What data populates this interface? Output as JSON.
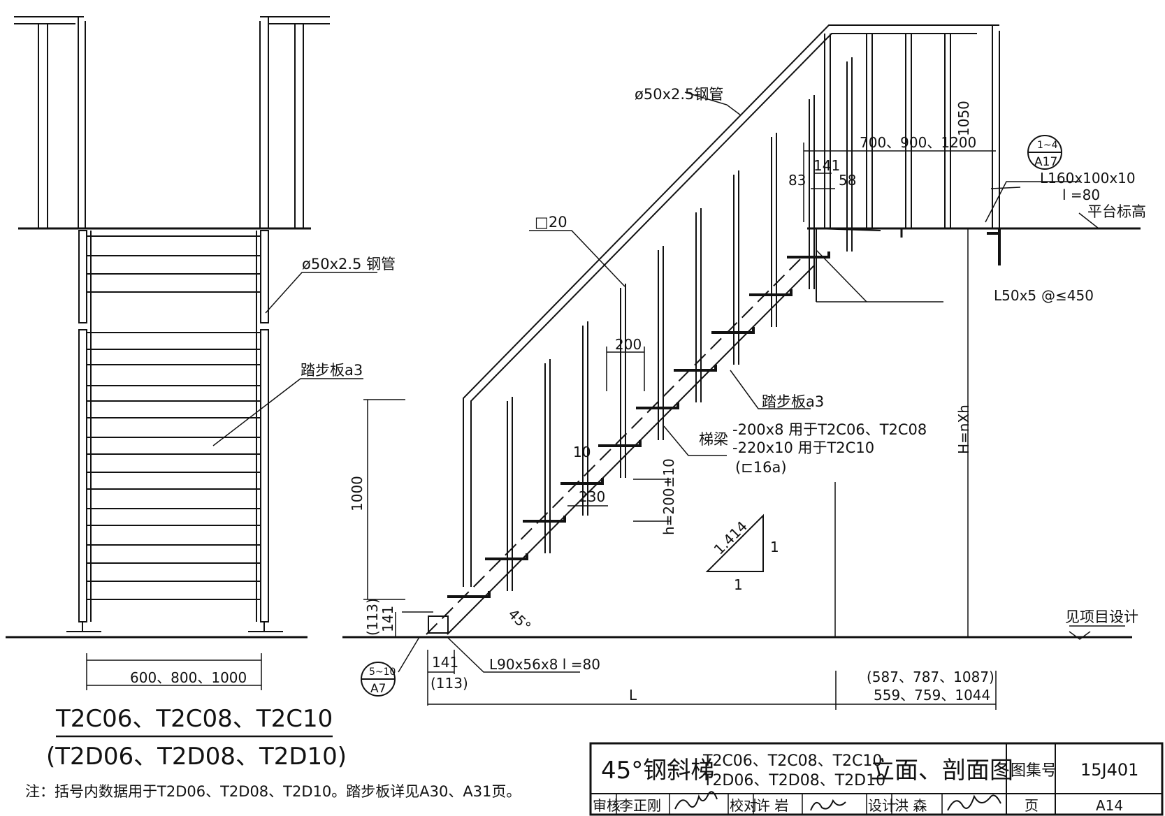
{
  "left_view": {
    "pipe_label": "ø50x2.5 钢管",
    "tread_label": "踏步板a3",
    "width_dim": "600、800、1000",
    "title_line1": "T2C06、T2C08、T2C10",
    "title_line2": "(T2D06、T2D08、T2D10)"
  },
  "note": "注：括号内数据用于T2D06、T2D08、T2D10。踏步板详见A30、A31页。",
  "section_view": {
    "pipe_label": "ø50x2.5钢管",
    "square_bar": "□20",
    "dim_200": "200",
    "dim_10": "10",
    "dim_230": "230",
    "dim_1000": "1000",
    "dim_113": "(113)",
    "dim_141_v": "141",
    "dim_141_h": "141",
    "dim_113_h": "(113)",
    "angle": "45°",
    "h_dim": "h=200±10",
    "slope_hyp": "1.414",
    "slope_side": "1",
    "slope_base": "1",
    "tread_label": "踏步板a3",
    "beam_label": "梯梁",
    "beam_line1": "-200x8  用于T2C06、T2C08",
    "beam_line2": "-220x10 用于T2C10",
    "beam_line3": "(⊏16a)",
    "top_dim": "700、900、1200",
    "dim_141_top": "141",
    "dim_83": "83",
    "dim_58": "58",
    "dim_1050": "1050",
    "angle_label1": "L160x100x10",
    "angle_label2": "l =80",
    "platform_label": "平台标高",
    "support_label": "L50x5",
    "support_spacing": "@≤450",
    "height_dim": "H=nXh",
    "ground_label": "见项目设计",
    "foot_angle": "L90x56x8   l =80",
    "length_dim": "L",
    "right_dim1": "(587、787、1087)",
    "right_dim2": "559、759、1044",
    "detail_a_top": "5~10",
    "detail_a_bot": "A7",
    "detail_b_top": "1~4",
    "detail_b_bot": "A17"
  },
  "title_block": {
    "name": "45°钢斜梯",
    "models_line1": "T2C06、T2C08、T2C10",
    "models_line2": "T2D06、T2D08、T2D10",
    "suffix": "立面、剖面图",
    "atlas_label": "图集号",
    "atlas_no": "15J401",
    "review_label": "审核",
    "reviewer": "李正刚",
    "check_label": "校对",
    "checker": "许 岩",
    "design_label": "设计",
    "designer": "洪 森",
    "page_label": "页",
    "page_no": "A14"
  }
}
